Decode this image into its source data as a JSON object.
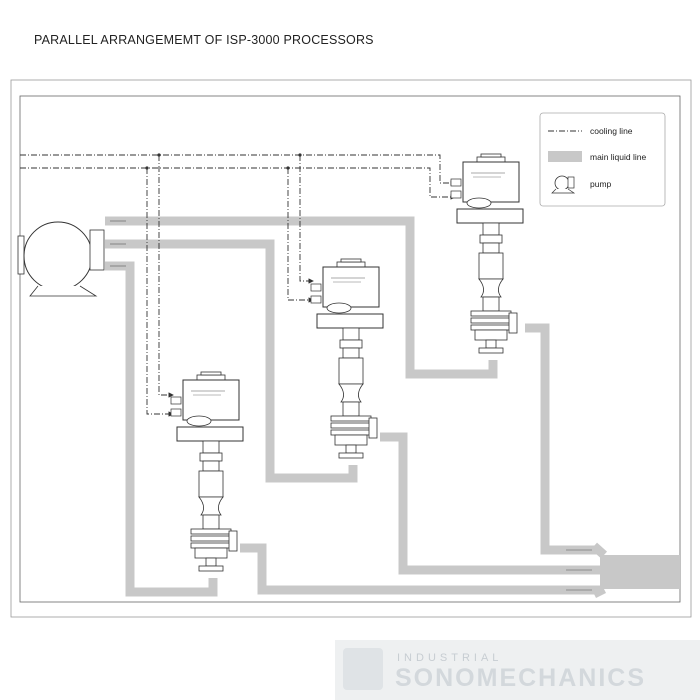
{
  "title": "PARALLEL ARRANGEMEMT OF ISP-3000 PROCESSORS",
  "legend": {
    "cooling_line": "cooling line",
    "main_liquid_line": "main liquid line",
    "pump": "pump"
  },
  "colors": {
    "main_liquid": "#c8c8c8",
    "cooling": "#333333",
    "frame": "#888888"
  },
  "watermark": {
    "line1": "INDUSTRIAL",
    "line2": "SONOMECHANICS"
  }
}
